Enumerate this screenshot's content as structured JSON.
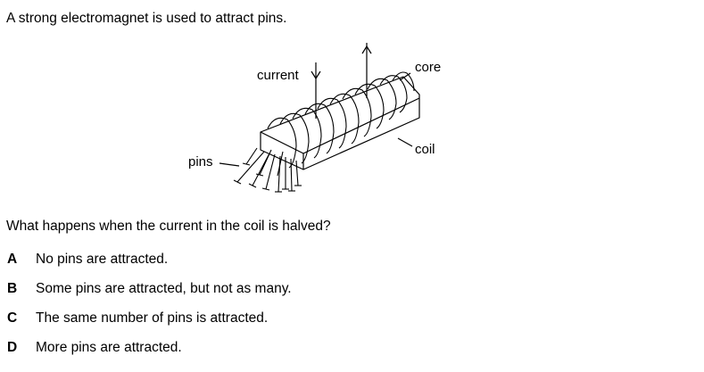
{
  "question": {
    "intro": "A strong electromagnet is used to attract pins.",
    "prompt": "What happens when the current in the coil is halved?"
  },
  "diagram": {
    "labels": {
      "current": "current",
      "core": "core",
      "coil": "coil",
      "pins": "pins"
    }
  },
  "options": [
    {
      "letter": "A",
      "text": "No pins are attracted."
    },
    {
      "letter": "B",
      "text": "Some pins are attracted, but not as many."
    },
    {
      "letter": "C",
      "text": "The same number of pins is attracted."
    },
    {
      "letter": "D",
      "text": "More pins are attracted."
    }
  ]
}
